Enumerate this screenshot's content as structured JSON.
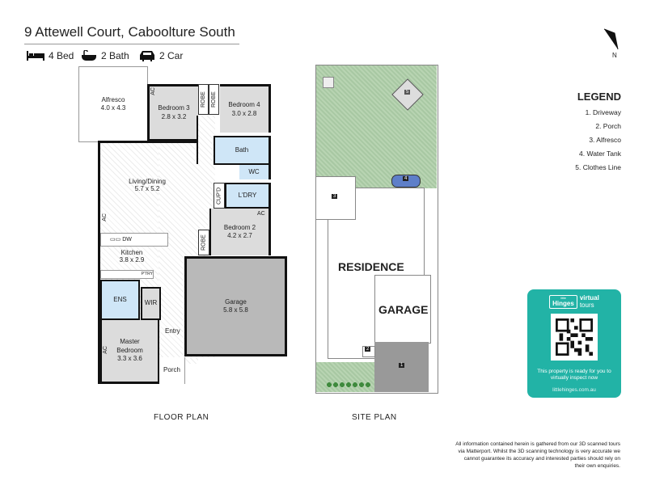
{
  "header": {
    "title": "9 Attewell Court, Caboolture South",
    "features": [
      {
        "icon": "bed-icon",
        "label": "4 Bed"
      },
      {
        "icon": "bath-icon",
        "label": "2 Bath"
      },
      {
        "icon": "car-icon",
        "label": "2 Car"
      }
    ]
  },
  "compass": {
    "label": "N"
  },
  "floor_plan": {
    "caption": "FLOOR PLAN",
    "rooms": {
      "alfresco": {
        "name": "Alfresco",
        "size": "4.0 x 4.3"
      },
      "bedroom3": {
        "name": "Bedroom 3",
        "size": "2.8 x 3.2"
      },
      "bedroom4": {
        "name": "Bedroom 4",
        "size": "3.0 x 2.8"
      },
      "bath": {
        "name": "Bath"
      },
      "wc": {
        "name": "WC"
      },
      "laundry": {
        "name": "L'DRY"
      },
      "cupd": {
        "name": "CUP'D"
      },
      "living": {
        "name": "Living/Dining",
        "size": "5.7 x 5.2"
      },
      "bedroom2": {
        "name": "Bedroom 2",
        "size": "4.2 x 2.7"
      },
      "kitchen": {
        "name": "Kitchen",
        "size": "3.8 x 2.9"
      },
      "garage": {
        "name": "Garage",
        "size": "5.8 x 5.8"
      },
      "ens": {
        "name": "ENS"
      },
      "wir": {
        "name": "WIR"
      },
      "master": {
        "name": "Master Bedroom",
        "size": "3.3 x 3.6"
      },
      "entry": {
        "name": "Entry"
      },
      "porch": {
        "name": "Porch"
      }
    },
    "robe": "ROBE",
    "ac": "AC",
    "dw": "DW",
    "pantry": "P'TRY"
  },
  "site_plan": {
    "caption": "SITE PLAN",
    "residence": "RESIDENCE",
    "garage": "GARAGE",
    "markers": [
      "1",
      "2",
      "3",
      "4",
      "5"
    ]
  },
  "legend": {
    "title": "LEGEND",
    "items": [
      "1. Driveway",
      "2. Porch",
      "3. Alfresco",
      "4. Water Tank",
      "5. Clothes Line"
    ]
  },
  "qr_card": {
    "brand_small": "little",
    "brand": "Hinges",
    "tag1": "virtual",
    "tag2": "tours",
    "text": "This property is ready for you to virtually inspect now",
    "url": "littlehinges.com.au",
    "color": "#22b3a6"
  },
  "disclaimer": "All information contained herein is gathered from our 3D scanned tours via Matterport. Whilst the 3D scanning technology is very accurate we cannot guarantee its accuracy and interested parties should rely on their own enquiries."
}
